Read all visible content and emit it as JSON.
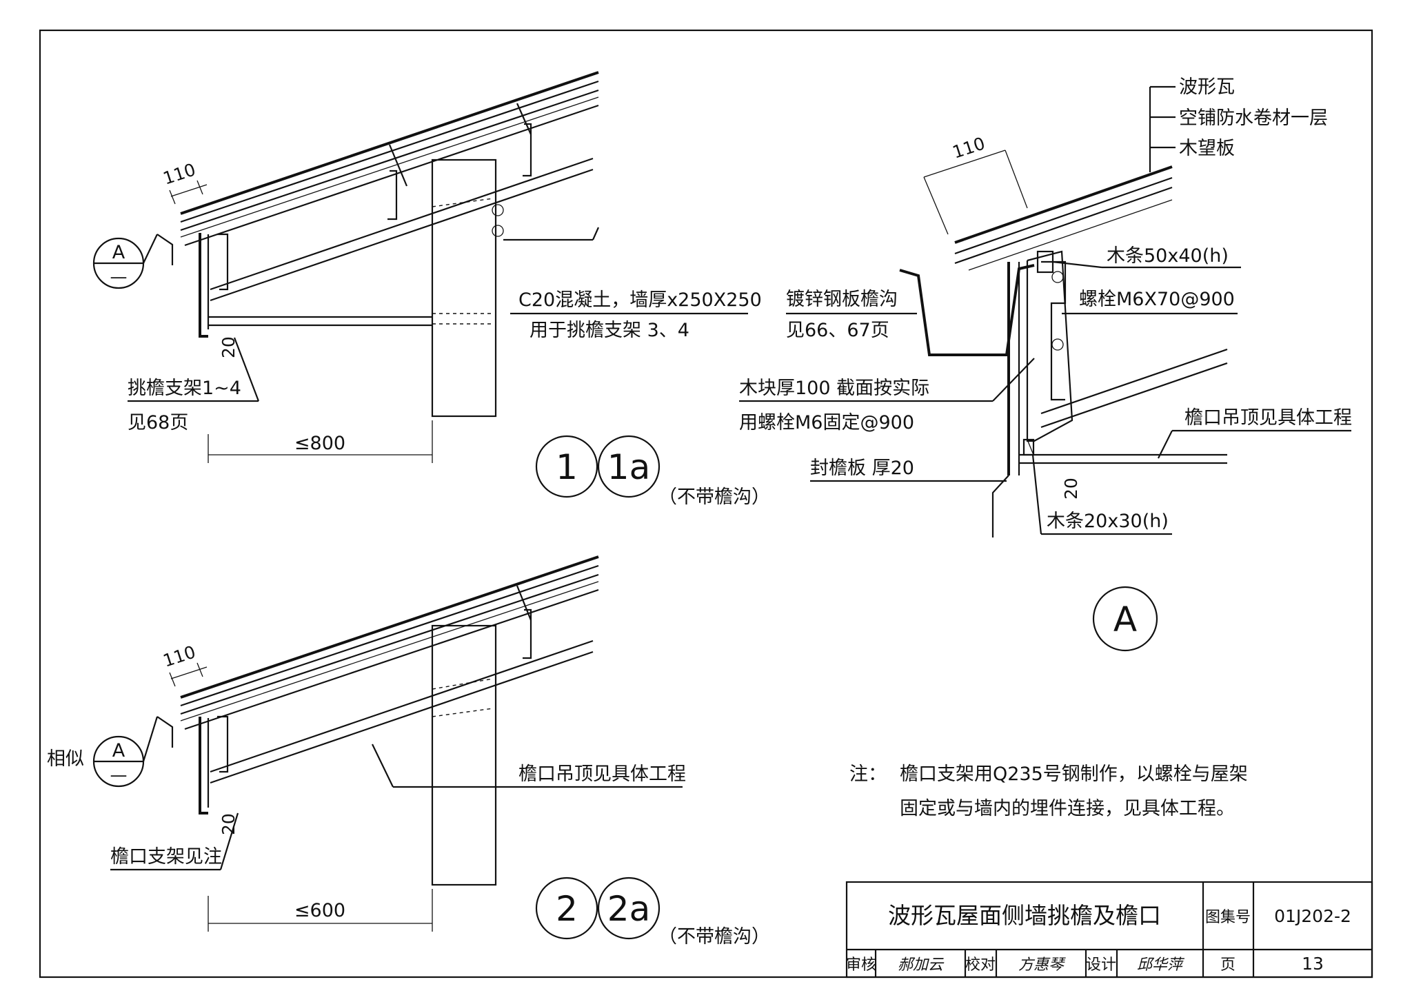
{
  "detail_1": {
    "dim_110": "110",
    "dim_20": "20",
    "dim_span": "≤800",
    "ref_letter": "A",
    "ref_sub": "—",
    "note_concrete_1": "C20混凝土，墙厚x250X250",
    "note_concrete_2": "用于挑檐支架 3、4",
    "note_bracket_1": "挑檐支架1~4",
    "note_bracket_2": "见68页",
    "bubble_1": "1",
    "bubble_1a": "1a",
    "bubble_note": "（不带檐沟）"
  },
  "detail_2": {
    "dim_110": "110",
    "dim_20": "20",
    "dim_span": "≤600",
    "similar_label": "相似",
    "ref_letter": "A",
    "ref_sub": "—",
    "note_ceiling": "檐口吊顶见具体工程",
    "note_bracket": "檐口支架见注",
    "bubble_2": "2",
    "bubble_2a": "2a",
    "bubble_note": "（不带檐沟）"
  },
  "detail_a": {
    "dim_110": "110",
    "dim_20": "20",
    "layer_1": "波形瓦",
    "layer_2": "空铺防水卷材一层",
    "layer_3": "木望板",
    "batten_1": "木条50x40(h)",
    "bolt": "螺栓M6X70@900",
    "gutter_1": "镀锌钢板檐沟",
    "gutter_2": "见66、67页",
    "block_1": "木块厚100 截面按实际",
    "block_2": "用螺栓M6固定@900",
    "ceiling": "檐口吊顶见具体工程",
    "fascia": "封檐板 厚20",
    "batten_2": "木条20x30(h)",
    "bubble": "A"
  },
  "notes": {
    "prefix": "注：",
    "line_1": "檐口支架用Q235号钢制作，以螺栓与屋架",
    "line_2": "固定或与墙内的埋件连接，见具体工程。"
  },
  "title_block": {
    "title": "波形瓦屋面侧墙挑檐及檐口",
    "atlas_label": "图集号",
    "atlas_no": "01J202-2",
    "review_label": "审核",
    "review_sig": "郝加云",
    "check_label": "校对",
    "check_sig": "方惠琴",
    "design_label": "设计",
    "design_sig": "邱华萍",
    "page_label": "页",
    "page_no": "13"
  }
}
